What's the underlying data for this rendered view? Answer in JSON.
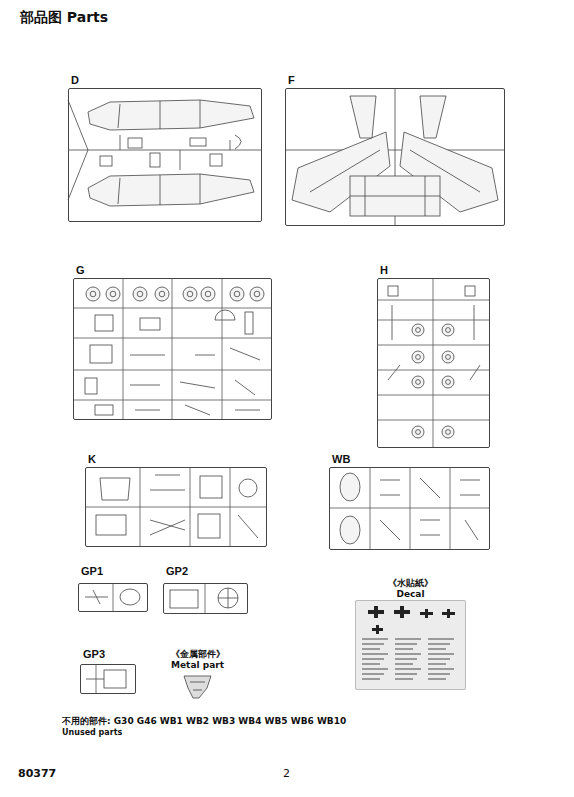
{
  "diagram": {
    "title": "部品图 Parts",
    "nodes": [
      {
        "text": [
          "D"
        ]
      },
      {
        "text": [
          "F"
        ]
      },
      {
        "text": [
          "G"
        ]
      },
      {
        "text": [
          "H"
        ]
      },
      {
        "text": [
          "K"
        ]
      },
      {
        "text": [
          "WB"
        ]
      },
      {
        "text": [
          "GP1"
        ]
      },
      {
        "text": [
          "GP2"
        ]
      },
      {
        "text": [
          "《水貼紙》",
          "Decal"
        ]
      },
      {
        "text": [
          "GP3"
        ]
      },
      {
        "text": [
          "《金属部件》",
          "Metal part"
        ]
      }
    ],
    "labels": [
      "不用的部件: G30 G46 WB1 WB2 WB3 WB4 WB5 WB6 WB10",
      "Unused parts",
      "80377",
      "2"
    ]
  }
}
